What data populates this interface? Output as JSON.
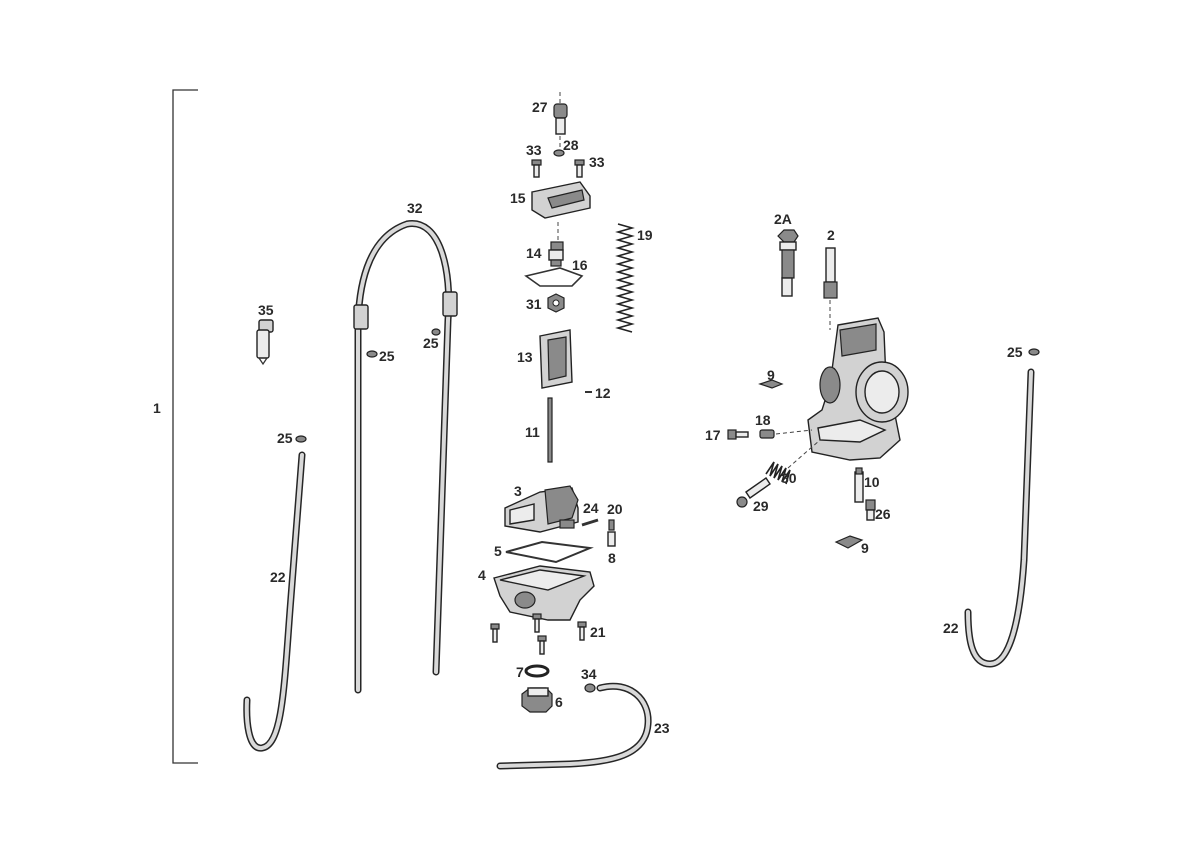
{
  "diagram": {
    "labels": {
      "l1": "1",
      "l2": "2",
      "l2a": "2A",
      "l3": "3",
      "l4": "4",
      "l5": "5",
      "l6": "6",
      "l7": "7",
      "l8": "8",
      "l9a": "9",
      "l9b": "9",
      "l10": "10",
      "l11": "11",
      "l12": "12",
      "l13": "13",
      "l14": "14",
      "l15": "15",
      "l16": "16",
      "l17": "17",
      "l18": "18",
      "l19": "19",
      "l20": "20",
      "l21": "21",
      "l22a": "22",
      "l22b": "22",
      "l23": "23",
      "l24": "24",
      "l25a": "25",
      "l25b": "25",
      "l25c": "25",
      "l25d": "25",
      "l26": "26",
      "l27": "27",
      "l28": "28",
      "l29": "29",
      "l30": "30",
      "l31": "31",
      "l32": "32",
      "l33a": "33",
      "l33b": "33",
      "l34": "34",
      "l35": "35"
    }
  }
}
